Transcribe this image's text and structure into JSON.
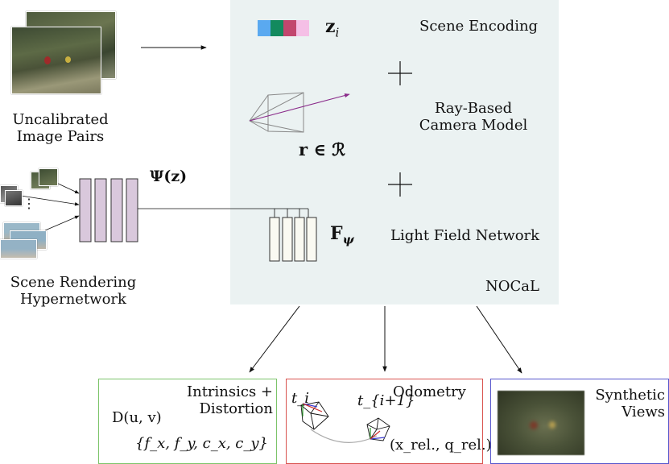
{
  "inputs": {
    "pairs_label_line1": "Uncalibrated",
    "pairs_label_line2": "Image Pairs"
  },
  "hypernet": {
    "label_line1": "Scene Rendering",
    "label_line2": "Hypernetwork",
    "psi_label": "Ψ(z)",
    "dots": "⋮"
  },
  "nocal": {
    "panel_label": "NOCaL",
    "scene_encoding": "Scene Encoding",
    "zi_symbol": "z",
    "zi_sub": "i",
    "plus1": "+",
    "plus2": "+",
    "ray_label_line1": "Ray-Based",
    "ray_label_line2": "Camera Model",
    "ray_symbol": "r ∈ ℛ",
    "lfn_label": "Light Field Network",
    "f_symbol": "F",
    "f_sub": "ψ",
    "code_colors": [
      "#5aa9f0",
      "#138a5e",
      "#c2466e",
      "#f5bfe6"
    ]
  },
  "outputs": {
    "intrinsics": {
      "title_line1": "Intrinsics +",
      "title_line2": "Distortion",
      "d_symbol": "D(u, v)",
      "params": "{f_x, f_y, c_x, c_y}",
      "border_color": "#7cc46a"
    },
    "odometry": {
      "title": "Odometry",
      "t_i": "t_i",
      "t_i1": "t_{i+1}",
      "rel": "(x_rel., q_rel.)",
      "border_color": "#d9534f"
    },
    "synthetic": {
      "title_line1": "Synthetic",
      "title_line2": "Views",
      "border_color": "#5555cc"
    }
  }
}
